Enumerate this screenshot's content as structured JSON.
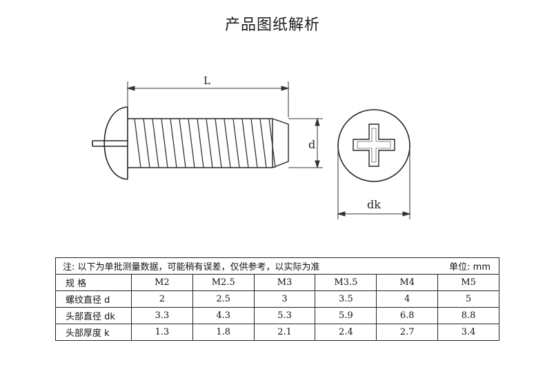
{
  "title": "产品图纸解析",
  "drawing": {
    "label_length": "L",
    "label_diameter": "d",
    "label_head_diameter": "dk"
  },
  "table": {
    "note": "注: 以下为单批测量数据，可能稍有误差，仅供参考，以实际为准",
    "unit": "单位: mm",
    "header_label": "规 格",
    "sizes": [
      "M2",
      "M2.5",
      "M3",
      "M3.5",
      "M4",
      "M5"
    ],
    "rows": [
      {
        "label": "螺纹直径 d",
        "values": [
          "2",
          "2.5",
          "3",
          "3.5",
          "4",
          "5"
        ]
      },
      {
        "label": "头部直径 dk",
        "values": [
          "3.3",
          "4.3",
          "5.3",
          "5.9",
          "6.8",
          "8.8"
        ]
      },
      {
        "label": "头部厚度 k",
        "values": [
          "1.3",
          "1.8",
          "2.1",
          "2.4",
          "2.7",
          "3.4"
        ]
      }
    ]
  }
}
